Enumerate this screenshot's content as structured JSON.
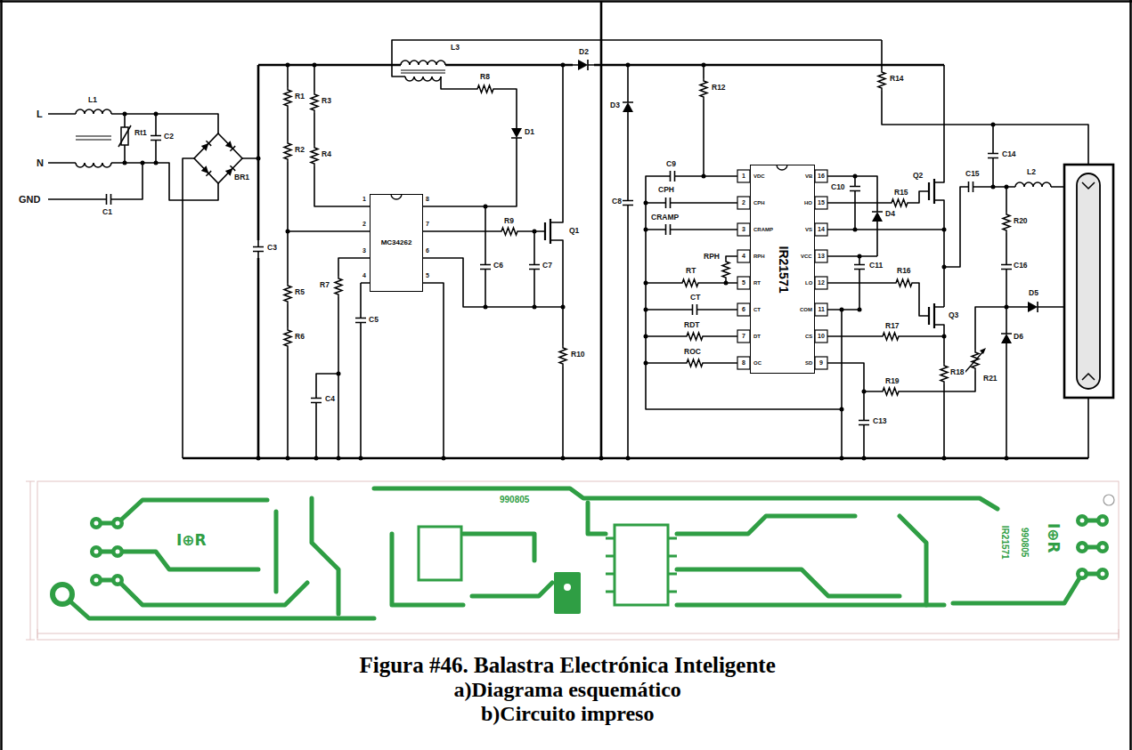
{
  "diagram": {
    "caption": "Figura #46. Balastra Electrónica Inteligente",
    "nodes": [
      {
        "text": [
          "MC34262"
        ]
      },
      {
        "text": [
          "IR21571"
        ]
      }
    ],
    "labels": [
      "L",
      "N",
      "GND",
      "L1",
      "Rt1",
      "C2",
      "C1",
      "BR1",
      "C3",
      "R1",
      "R2",
      "R3",
      "R4",
      "R5",
      "R6",
      "R7",
      "C5",
      "C4",
      "1",
      "2",
      "3",
      "4",
      "8",
      "7",
      "6",
      "5",
      "L3",
      "R8",
      "D1",
      "R9",
      "C6",
      "C7",
      "Q1",
      "R10",
      "D2",
      "D3",
      "C8",
      "R12",
      "C9",
      "CPH",
      "CRAMP",
      "RPH",
      "RT",
      "CT",
      "RDT",
      "ROC",
      "1",
      "2",
      "3",
      "4",
      "5",
      "6",
      "7",
      "8",
      "16",
      "15",
      "14",
      "13",
      "12",
      "11",
      "10",
      "9",
      "VDC",
      "CPH",
      "CRAMP",
      "RPH",
      "RT",
      "CT",
      "DT",
      "OC",
      "VB",
      "HO",
      "VS",
      "VCC",
      "LO",
      "COM",
      "CS",
      "SD",
      "C10",
      "D4",
      "R15",
      "C11",
      "R16",
      "R17",
      "R19",
      "C13",
      "Q2",
      "Q3",
      "R18",
      "C15",
      "L2",
      "R14",
      "C14",
      "R20",
      "C16",
      "D5",
      "D6",
      "R21",
      "990805",
      "I⊕R",
      "I⊕R",
      "IR21571",
      "990805",
      "a)Diagrama esquemático",
      "b)Circuito impreso"
    ]
  }
}
